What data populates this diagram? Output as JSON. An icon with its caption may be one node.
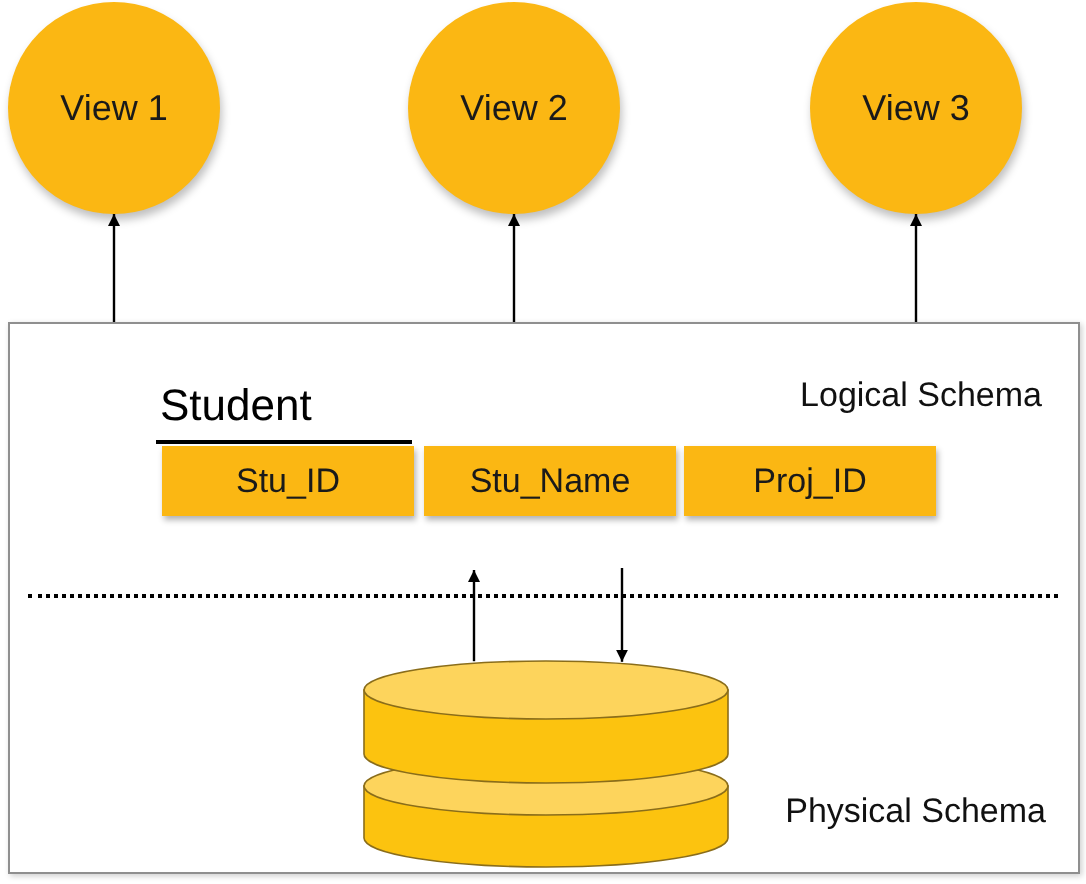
{
  "diagram": {
    "nodes": [
      {
        "text": [
          "View 1"
        ]
      },
      {
        "text": [
          "View 2"
        ]
      },
      {
        "text": [
          "View 3"
        ]
      },
      {
        "text": [
          "Logical Schema",
          "Physical Schema"
        ]
      },
      {
        "text": [
          "Stu_ID"
        ],
        "in": 3
      },
      {
        "text": [
          "Stu_Name"
        ],
        "in": 3
      },
      {
        "text": [
          "Proj_ID"
        ],
        "in": 3
      },
      {
        "text": [],
        "shape": "cylinder",
        "in": 3
      }
    ],
    "edges": [
      {
        "from": 3,
        "to": 0,
        "arrow": "to"
      },
      {
        "from": 3,
        "to": 1,
        "arrow": "to"
      },
      {
        "from": 3,
        "to": 2,
        "arrow": "to"
      },
      {
        "from": 7,
        "to": null,
        "arrow": "to"
      },
      {
        "from": null,
        "to": 7,
        "arrow": "to"
      }
    ],
    "labels": [
      "Student"
    ]
  }
}
